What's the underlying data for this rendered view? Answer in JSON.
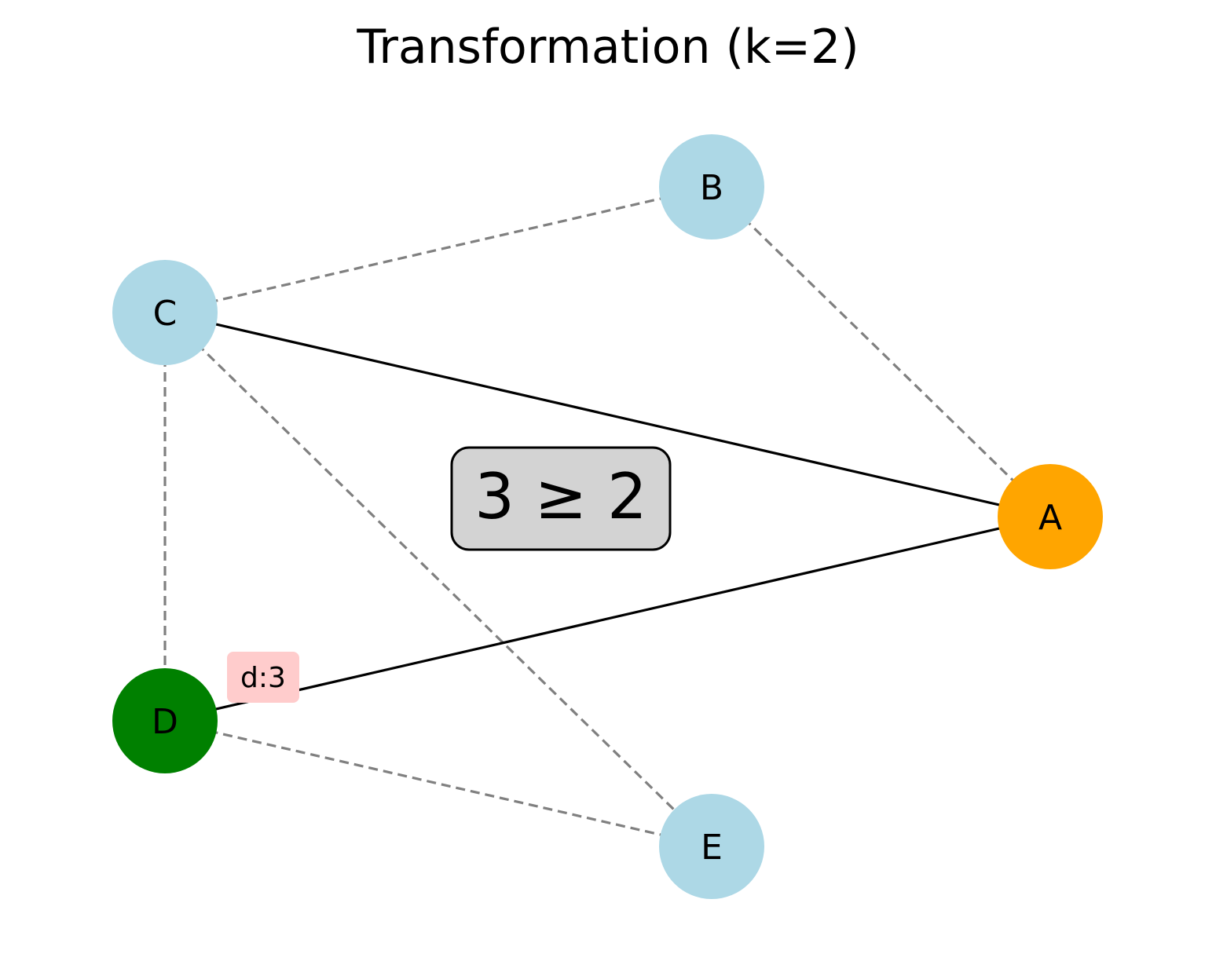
{
  "title": "Transformation (k=2)",
  "nodes": [
    {
      "id": "A",
      "label": "A",
      "color": "#ffa500"
    },
    {
      "id": "B",
      "label": "B",
      "color": "#add8e6"
    },
    {
      "id": "C",
      "label": "C",
      "color": "#add8e6"
    },
    {
      "id": "D",
      "label": "D",
      "color": "#008000"
    },
    {
      "id": "E",
      "label": "E",
      "color": "#add8e6"
    }
  ],
  "edges": [
    {
      "from": "C",
      "to": "B",
      "style": "dashed",
      "color": "#808080"
    },
    {
      "from": "B",
      "to": "A",
      "style": "dashed",
      "color": "#808080"
    },
    {
      "from": "C",
      "to": "D",
      "style": "dashed",
      "color": "#808080"
    },
    {
      "from": "C",
      "to": "E",
      "style": "dashed",
      "color": "#808080"
    },
    {
      "from": "D",
      "to": "E",
      "style": "dashed",
      "color": "#808080"
    },
    {
      "from": "C",
      "to": "A",
      "style": "solid",
      "color": "#000000"
    },
    {
      "from": "D",
      "to": "A",
      "style": "solid",
      "color": "#000000"
    }
  ],
  "degree_annotation": {
    "node": "D",
    "text": "d:3",
    "background": "#ffcccc"
  },
  "inequality": {
    "text": "3 ≥ 2",
    "background": "#d3d3d3"
  }
}
